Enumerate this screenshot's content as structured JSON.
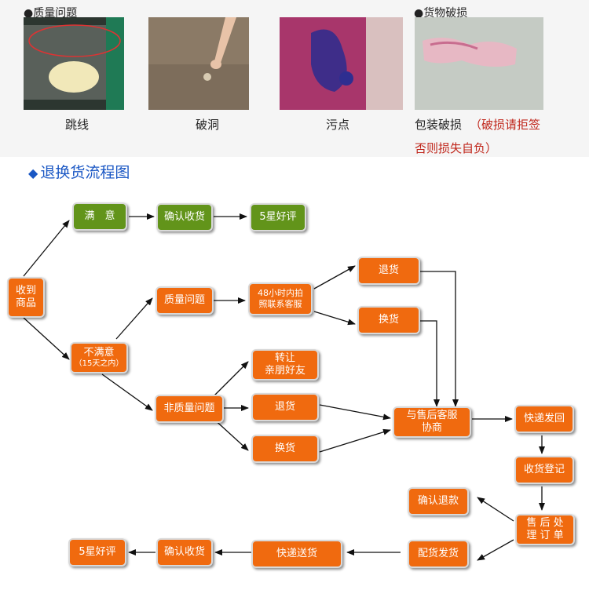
{
  "top": {
    "quality_label": "●质量问题",
    "damage_label": "●货物破损",
    "captions": [
      "跳线",
      "破洞",
      "污点",
      "包装破损"
    ],
    "warning_line1": "（破损请拒签",
    "warning_line2": "否则损失自负）"
  },
  "flow": {
    "title": "退换货流程图",
    "nodes": {
      "receive": "收到\n商品",
      "satisfied": "满　意",
      "confirm_receipt_top": "确认收货",
      "five_star_top": "5星好评",
      "unsatisfied_line1": "不满意",
      "unsatisfied_line2": "（15天之内）",
      "quality_issue": "质量问题",
      "photo_contact": "48小时内拍\n照联系客服",
      "return_top": "退货",
      "exchange_top": "换货",
      "non_quality_issue": "非质量问题",
      "transfer_friend": "转让\n亲朋好友",
      "return_mid": "退货",
      "exchange_mid": "换货",
      "negotiate": "与售后客服\n协商",
      "express_return": "快递发回",
      "register": "收货登记",
      "process_order": "售 后 处\n理 订 单",
      "confirm_refund": "确认退款",
      "ship": "配货发货",
      "express_deliver": "快递送货",
      "confirm_receipt_bottom": "确认收货",
      "five_star_bottom": "5星好评"
    }
  },
  "colors": {
    "orange": "#f06a0f",
    "green": "#62941a",
    "title_blue": "#1a57c4",
    "warning_red": "#c0261b"
  }
}
